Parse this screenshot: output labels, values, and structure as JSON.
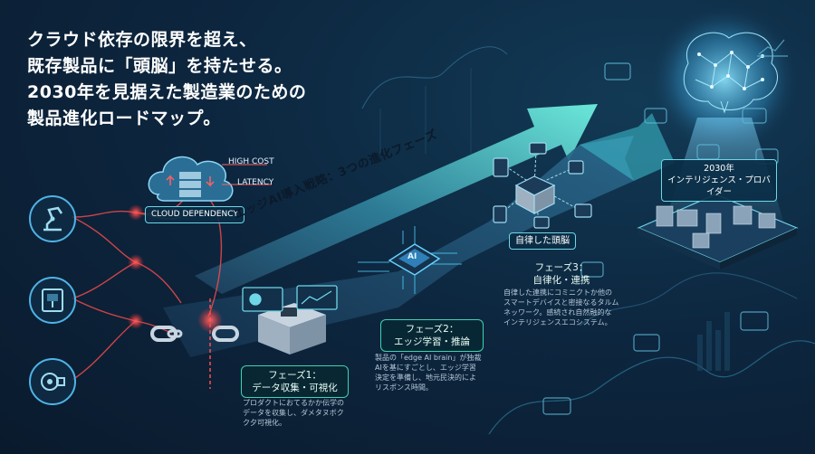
{
  "headline": {
    "line1": "クラウド依存の限界を超え、",
    "line2": "既存製品に「頭脳」を持たせる。",
    "line3": "2030年を見据えた製造業のための",
    "line4": "製品進化ロードマップ。"
  },
  "cloud": {
    "high_cost": "HIGH COST",
    "latency": "LATENCY",
    "dependency": "CLOUD DEPENDENCY"
  },
  "banner": "エッジAI導入戦略：3つの進化フェーズ",
  "phase1": {
    "title_line1": "フェーズ1：",
    "title_line2": "データ収集・可視化",
    "desc_line1": "プロダクトにおてるかか伝学の",
    "desc_line2": "データを収集し、ダメタヌボク",
    "desc_line3": "ク夕可視化。"
  },
  "phase2": {
    "chip_label": "AI",
    "title_line1": "フェーズ2：",
    "title_line2": "エッジ学習・推論",
    "desc_line1": "製品の「edge AI brain」が独裁",
    "desc_line2": "AIを基にすごとし、エッジ学習",
    "desc_line3": "決定を準備し、地元民決的によ",
    "desc_line4": "リスポンス時間。"
  },
  "phase3": {
    "node_label": "自律した頭脳",
    "title_line1": "フェーズ3：",
    "title_line2": "自律化・連携",
    "desc_line1": "自律した連携にコミニクトか他の",
    "desc_line2": "スマートデバイスと密接なるタルム",
    "desc_line3": "ネッワーク。感続され自然融的な",
    "desc_line4": "インテリジェンスエコシステム。"
  },
  "goal": {
    "line1": "2030年",
    "line2": "インテリジェンス・プロバイダー"
  },
  "icons": [
    "robot-arm-icon",
    "cnc-machine-icon",
    "motor-icon",
    "cloud-server-icon",
    "broken-chain-icon",
    "brain-icon",
    "factory-icon",
    "chip-icon",
    "chat-bubble-icon"
  ],
  "colors": {
    "arrow": "#5fe3d6",
    "accent_teal": "#3fd3b0",
    "alert_red": "#ff4d4d",
    "glow_blue": "#64d2ff"
  }
}
